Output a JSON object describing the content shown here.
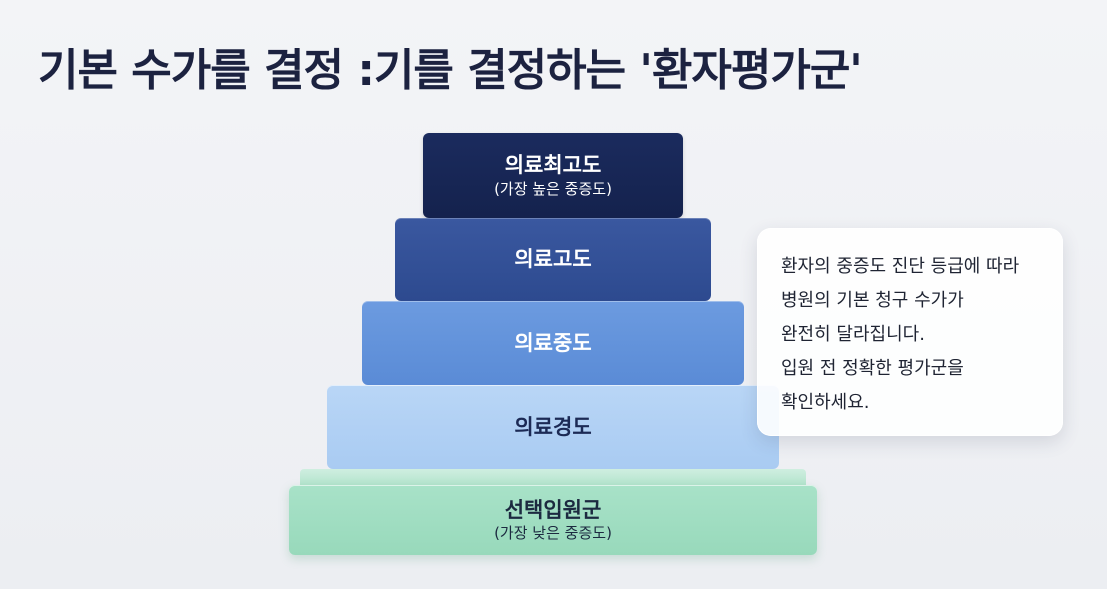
{
  "title": "기본 수가를 결정 :기를 결정하는 '환자평가군'",
  "pyramid": [
    {
      "label": "의료최고도",
      "sub": "(가장 높은 중증도)"
    },
    {
      "label": "의료고도",
      "sub": ""
    },
    {
      "label": "의료중도",
      "sub": ""
    },
    {
      "label": "의료경도",
      "sub": ""
    },
    {
      "label": "선택입원군",
      "sub": "(가장 낮은 중증도)"
    }
  ],
  "info": {
    "lines": [
      "환자의 중증도 진단 등급에 따라",
      "병원의 기본 청구 수가가",
      "완전히 달라집니다.",
      "입원 전 정확한 평가군을",
      "확인하세요."
    ]
  },
  "colors": {
    "title": "#1c2240",
    "tier_top": "#14224d",
    "tier_2": "#2d4a8f",
    "tier_3": "#5a8bd6",
    "tier_4": "#a9cbf2",
    "tier_base": "#98d9bb"
  }
}
